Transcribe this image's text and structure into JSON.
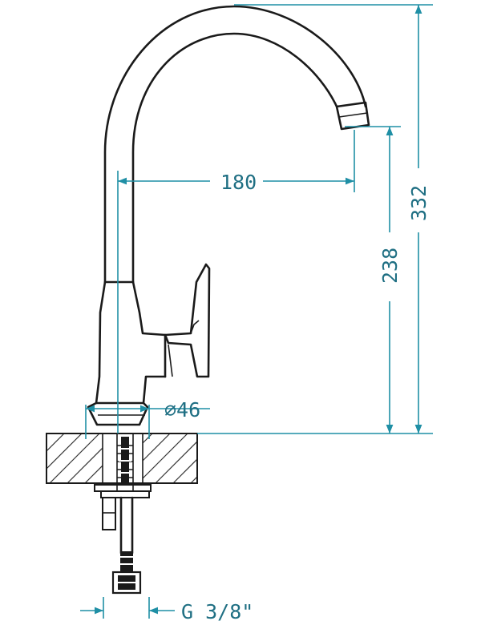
{
  "dimensions": {
    "reach": "180",
    "total_height": "332",
    "spout_height": "238",
    "base_diameter": "⌀46",
    "connection_thread": "G 3/8\""
  },
  "colors": {
    "outline": "#1a1a1a",
    "dimension": "#1f8fa5",
    "dimension_text": "#1f6f83"
  }
}
